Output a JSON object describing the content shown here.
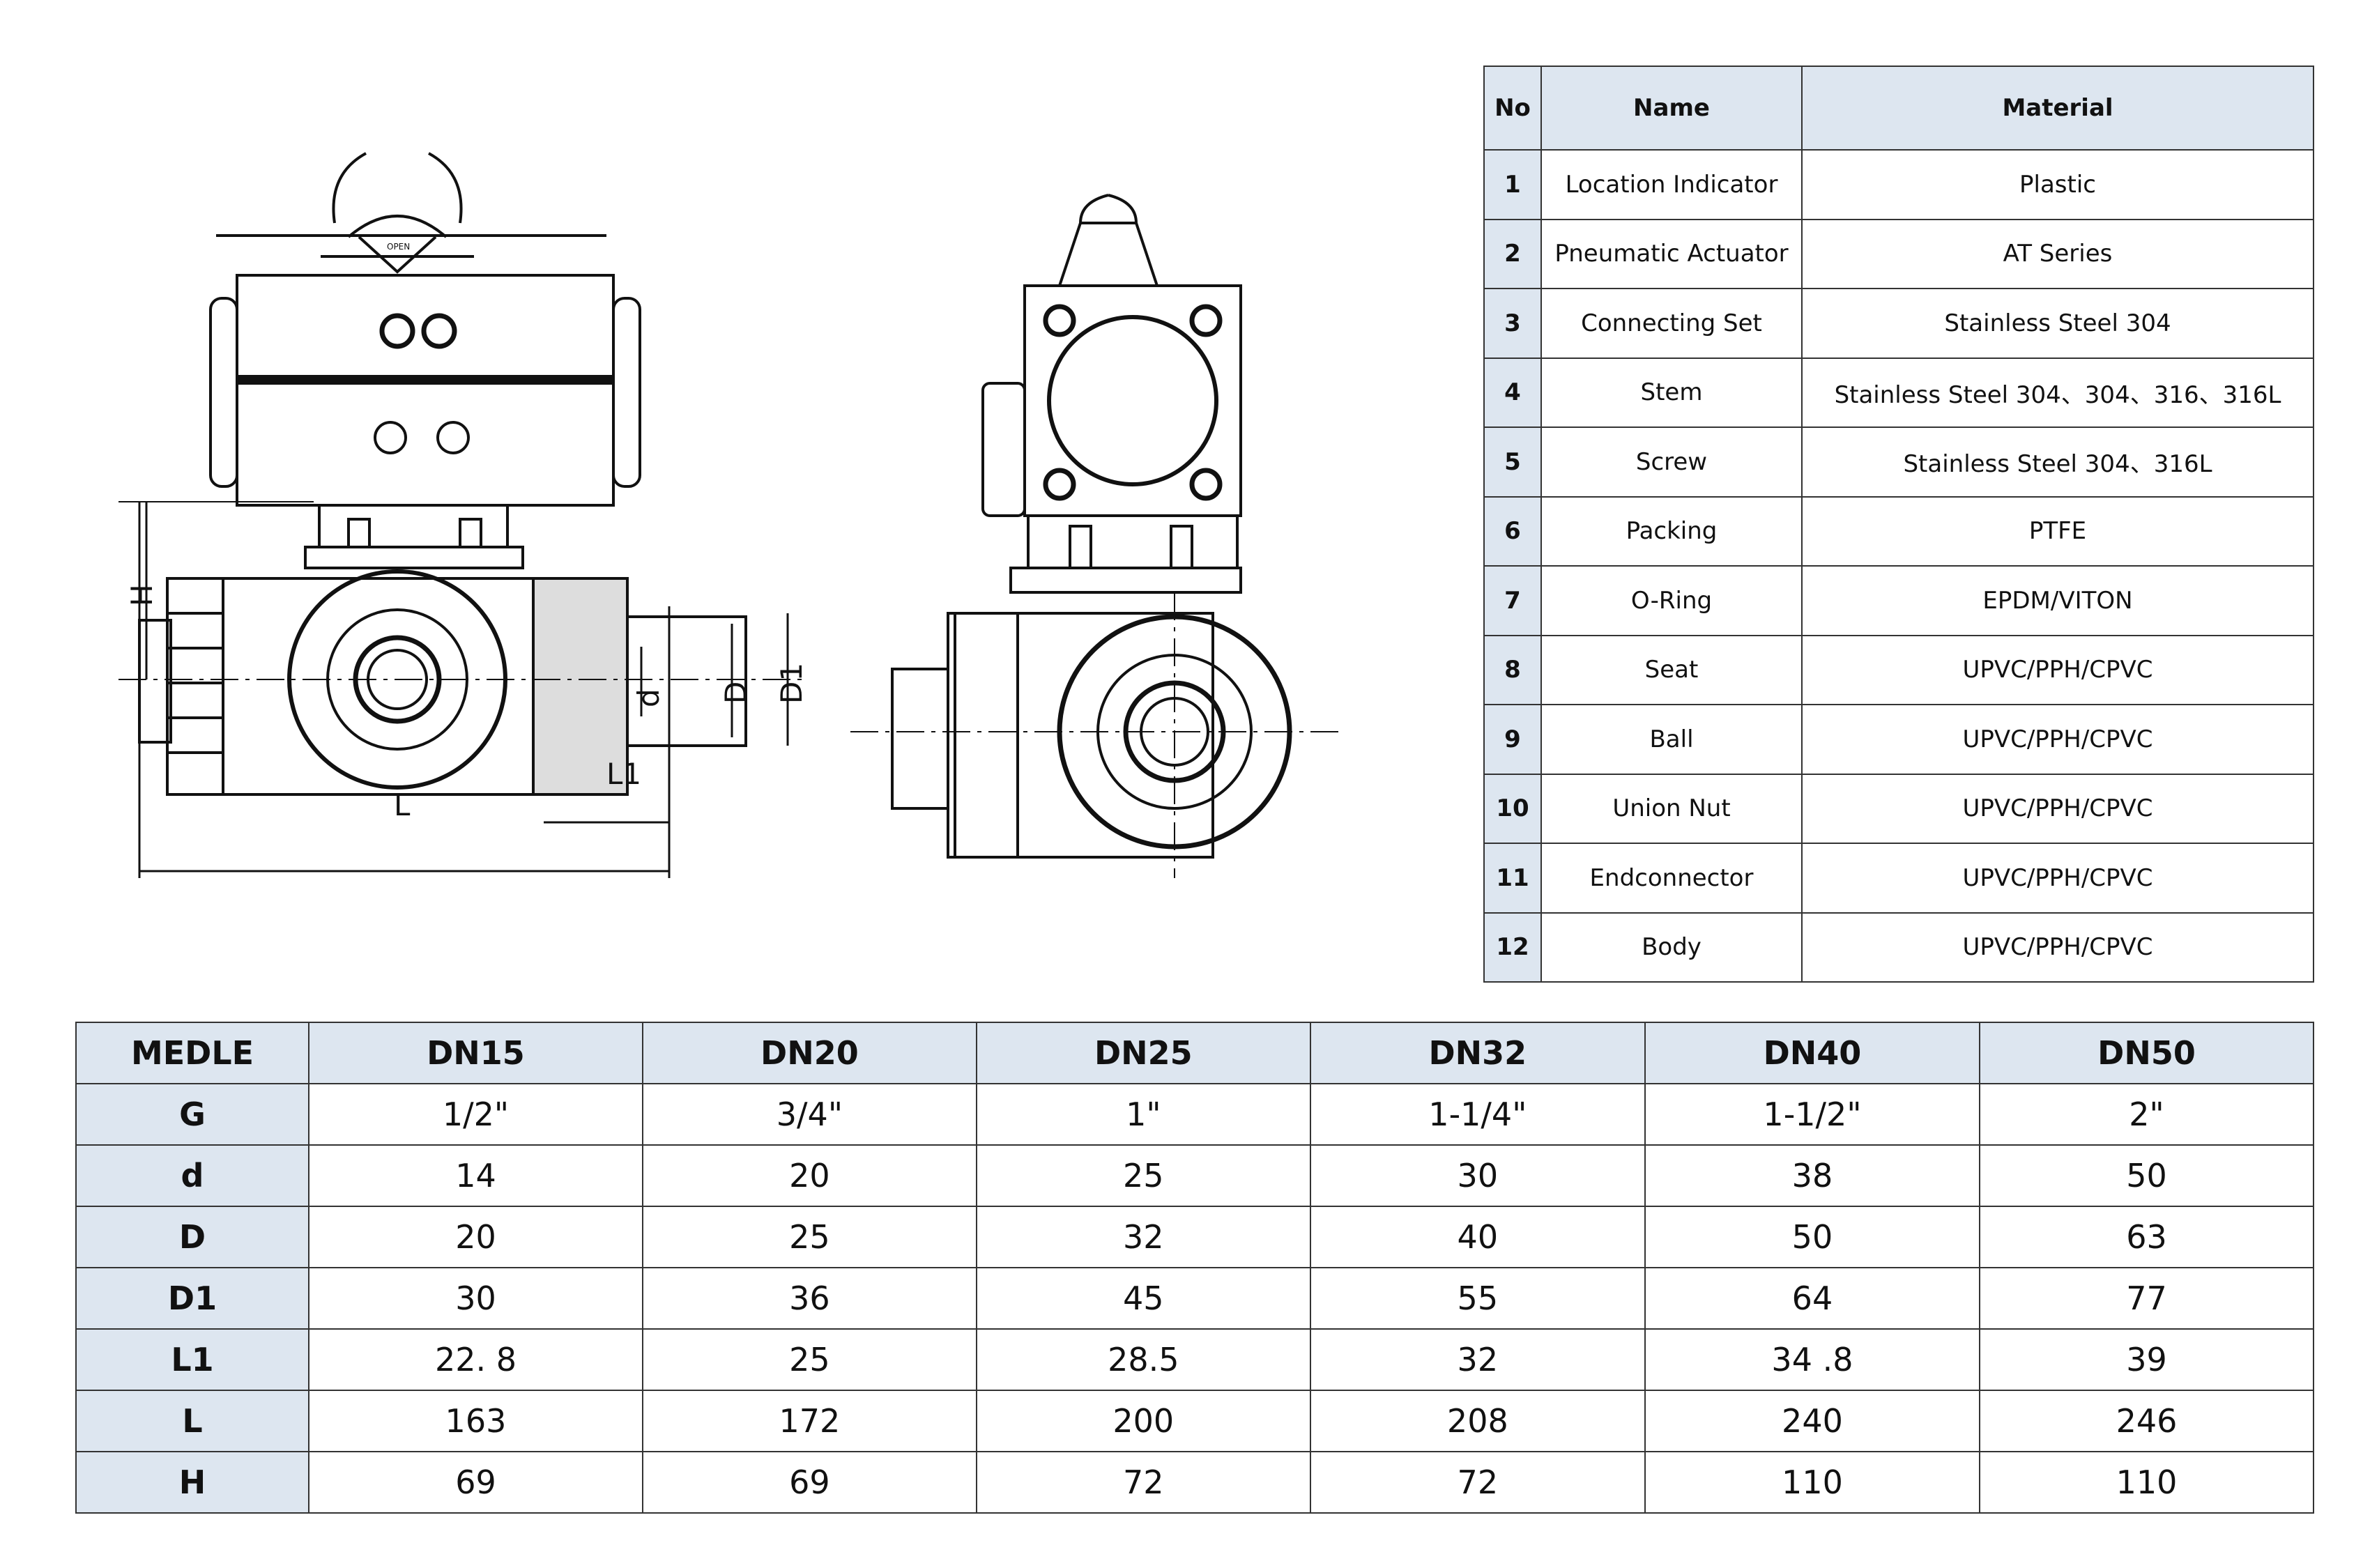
{
  "materials_table": {
    "headers": [
      "No",
      "Name",
      "Material"
    ],
    "rows": [
      {
        "no": "1",
        "name": "Location Indicator",
        "material": "Plastic"
      },
      {
        "no": "2",
        "name": "Pneumatic Actuator",
        "material": "AT Series"
      },
      {
        "no": "3",
        "name": "Connecting Set",
        "material": "Stainless Steel 304"
      },
      {
        "no": "4",
        "name": "Stem",
        "material": "Stainless Steel 304、304、316、316L"
      },
      {
        "no": "5",
        "name": "Screw",
        "material": "Stainless Steel 304、316L"
      },
      {
        "no": "6",
        "name": "Packing",
        "material": "PTFE"
      },
      {
        "no": "7",
        "name": "O-Ring",
        "material": "EPDM/VITON"
      },
      {
        "no": "8",
        "name": "Seat",
        "material": "UPVC/PPH/CPVC"
      },
      {
        "no": "9",
        "name": "Ball",
        "material": "UPVC/PPH/CPVC"
      },
      {
        "no": "10",
        "name": "Union Nut",
        "material": "UPVC/PPH/CPVC"
      },
      {
        "no": "11",
        "name": "Endconnector",
        "material": "UPVC/PPH/CPVC"
      },
      {
        "no": "12",
        "name": "Body",
        "material": "UPVC/PPH/CPVC"
      }
    ]
  },
  "dims_table": {
    "corner": "MEDLE",
    "columns": [
      "DN15",
      "DN20",
      "DN25",
      "DN32",
      "DN40",
      "DN50"
    ],
    "rows": [
      {
        "label": "G",
        "values": [
          "1/2\"",
          "3/4\"",
          "1\"",
          "1-1/4\"",
          "1-1/2\"",
          "2\""
        ]
      },
      {
        "label": "d",
        "values": [
          "14",
          "20",
          "25",
          "30",
          "38",
          "50"
        ]
      },
      {
        "label": "D",
        "values": [
          "20",
          "25",
          "32",
          "40",
          "50",
          "63"
        ]
      },
      {
        "label": "D1",
        "values": [
          "30",
          "36",
          "45",
          "55",
          "64",
          "77"
        ]
      },
      {
        "label": "L1",
        "values": [
          "22. 8",
          "25",
          "28.5",
          "32",
          "34 .8",
          "39"
        ]
      },
      {
        "label": "L",
        "values": [
          "163",
          "172",
          "200",
          "208",
          "240",
          "246"
        ]
      },
      {
        "label": "H",
        "values": [
          "69",
          "69",
          "72",
          "72",
          "110",
          "110"
        ]
      }
    ]
  },
  "drawing_labels": {
    "H": "H",
    "L": "L",
    "L1": "L1",
    "d": "d",
    "D": "D",
    "D1": "D1",
    "open": "OPEN"
  }
}
